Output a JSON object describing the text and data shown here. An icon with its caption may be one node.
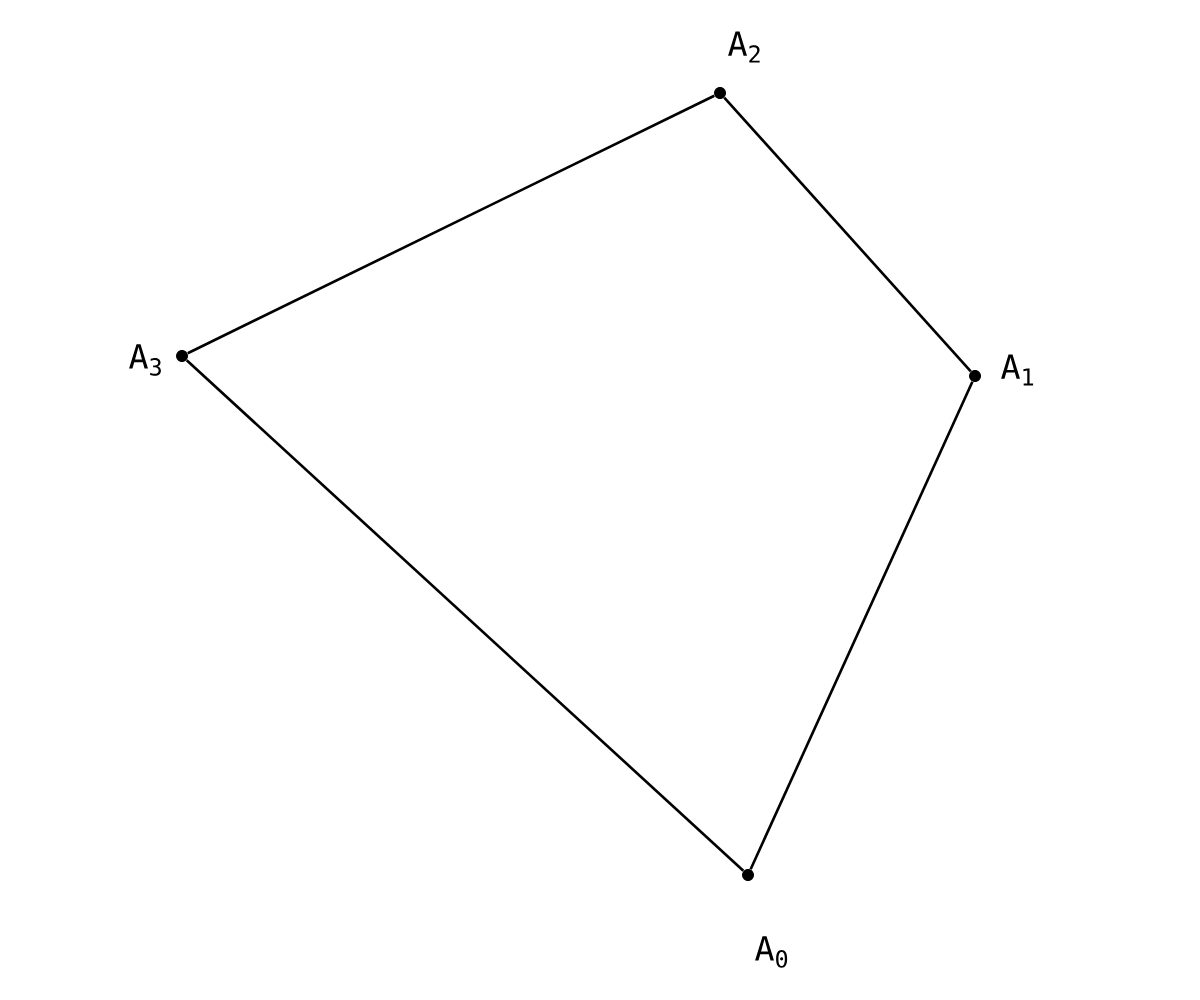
{
  "diagram": {
    "nodes": [
      {
        "text": [],
        "shape": "circle",
        "beside": [
          "A$_{2}$"
        ]
      },
      {
        "text": [],
        "shape": "circle",
        "beside": [
          "A$_{3}$"
        ]
      },
      {
        "text": [],
        "shape": "circle",
        "beside": [
          "A$_{1}$"
        ]
      },
      {
        "text": [],
        "shape": "circle",
        "beside": [
          "A$_{0}$"
        ]
      }
    ],
    "edges": [
      {
        "from": 0,
        "to": 1,
        "arrow": "none"
      },
      {
        "from": 0,
        "to": 2,
        "arrow": "none"
      },
      {
        "from": 2,
        "to": 3,
        "arrow": "none"
      },
      {
        "from": 3,
        "to": 1,
        "arrow": "none"
      }
    ]
  }
}
